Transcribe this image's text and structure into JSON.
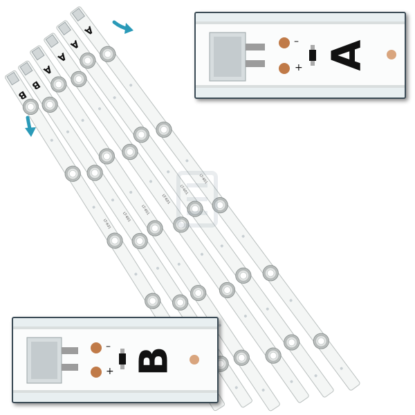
{
  "strips": {
    "labels": [
      "B",
      "B",
      "A",
      "A",
      "A",
      "A"
    ],
    "part_code": "LT-601"
  },
  "inset_a": {
    "letter": "A",
    "minus": "–",
    "plus": "+"
  },
  "inset_b": {
    "letter": "B",
    "minus": "–",
    "plus": "+"
  },
  "colors": {
    "strip": "#f3f5f4",
    "led_ring": "#c9cdcc",
    "pad": "#c07a48",
    "arrow": "#2a9ab8",
    "frame": "#3a4a55"
  },
  "icons": [
    "arrow-icon",
    "arrow-icon",
    "watermark-logo"
  ]
}
